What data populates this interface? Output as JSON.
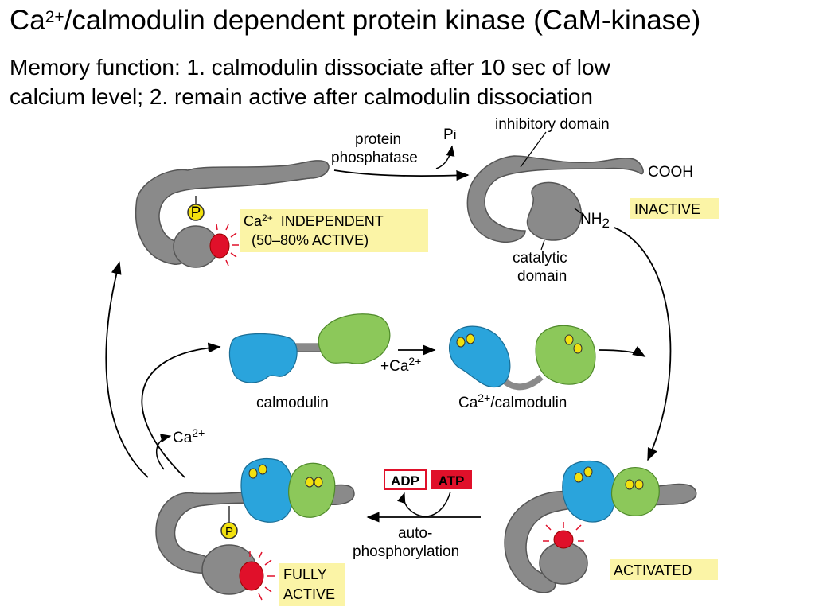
{
  "title": {
    "main_prefix": "Ca",
    "superscript": "2+",
    "main_suffix": "/calmodulin dependent protein kinase (CaM-kinase)"
  },
  "subtitle": {
    "line1": "Memory function: 1. calmodulin dissociate after 10 sec of low",
    "line2": "calcium level; 2. remain active after calmodulin dissociation"
  },
  "diagram": {
    "top_left": {
      "state_box": {
        "line1_prefix": "Ca",
        "line1_sup": "2+",
        "line1_suffix": "  INDEPENDENT",
        "line2": "(50–80% ACTIVE)"
      },
      "phosphate": "P"
    },
    "phosphatase": {
      "line1": "protein",
      "line2": "phosphatase",
      "product_prefix": "P",
      "product_suffix": "i"
    },
    "top_right": {
      "inhibitory_domain": "inhibitory domain",
      "cooh": "COOH",
      "nh2_prefix": "NH",
      "nh2_sub": "2",
      "catalytic_line1": "catalytic",
      "catalytic_line2": "domain",
      "state_box": "INACTIVE"
    },
    "middle": {
      "calmodulin": "calmodulin",
      "plus_ca_prefix": "+Ca",
      "plus_ca_sup": "2+",
      "ca_calmodulin_prefix": "Ca",
      "ca_calmodulin_sup": "2+",
      "ca_calmodulin_suffix": "/calmodulin"
    },
    "ca_release": {
      "prefix": "Ca",
      "sup": "2+"
    },
    "bottom": {
      "adp": "ADP",
      "atp": "ATP",
      "auto_line1": "auto-",
      "auto_line2": "phosphorylation",
      "phosphate": "P",
      "fully_active_line1": "FULLY",
      "fully_active_line2": "ACTIVE",
      "activated": "ACTIVATED"
    },
    "colors": {
      "kinase_gray": "#8a8a8a",
      "calmodulin_blue": "#2aa4dc",
      "calmodulin_green": "#8cc85a",
      "active_red": "#e0102a",
      "label_box_yellow": "#fbf4a6",
      "phosphate_yellow": "#f2e10e"
    }
  }
}
